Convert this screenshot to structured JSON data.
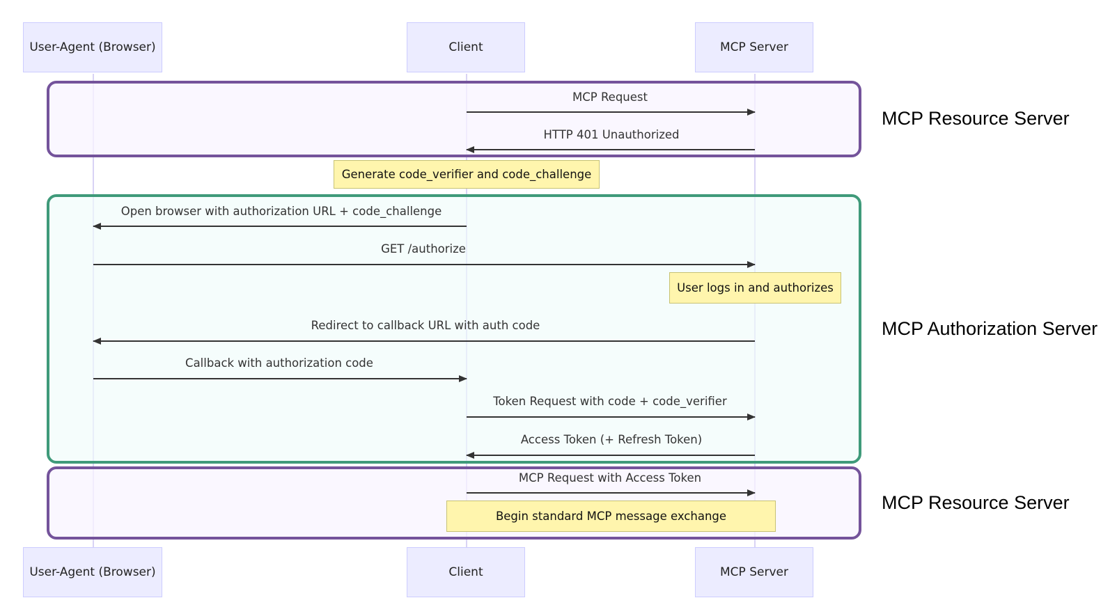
{
  "participants": {
    "user_agent": "User-Agent (Browser)",
    "client": "Client",
    "mcp_server": "MCP Server"
  },
  "groups": {
    "resource_top": "MCP Resource Server",
    "authorization": "MCP Authorization Server",
    "resource_bottom": "MCP Resource Server"
  },
  "messages": [
    {
      "from": "client",
      "to": "mcp_server",
      "label": "MCP Request"
    },
    {
      "from": "mcp_server",
      "to": "client",
      "label": "HTTP 401 Unauthorized"
    },
    {
      "from": "client",
      "to": "user_agent",
      "label": "Open browser with authorization URL + code_challenge"
    },
    {
      "from": "user_agent",
      "to": "mcp_server",
      "label": "GET /authorize"
    },
    {
      "from": "mcp_server",
      "to": "user_agent",
      "label": "Redirect to callback URL with auth code"
    },
    {
      "from": "user_agent",
      "to": "client",
      "label": "Callback with authorization code"
    },
    {
      "from": "client",
      "to": "mcp_server",
      "label": "Token Request with code + code_verifier"
    },
    {
      "from": "mcp_server",
      "to": "client",
      "label": "Access Token (+ Refresh Token)"
    },
    {
      "from": "client",
      "to": "mcp_server",
      "label": "MCP Request with Access Token"
    }
  ],
  "notes": {
    "generate": "Generate code_verifier and code_challenge",
    "login": "User logs in and authorizes",
    "begin": "Begin standard MCP message exchange"
  },
  "colors": {
    "participant_fill": "#ececff",
    "resource_border": "#74539b",
    "auth_border": "#3f9a7a",
    "note_fill": "#fff5ad",
    "arrow": "#333333"
  }
}
